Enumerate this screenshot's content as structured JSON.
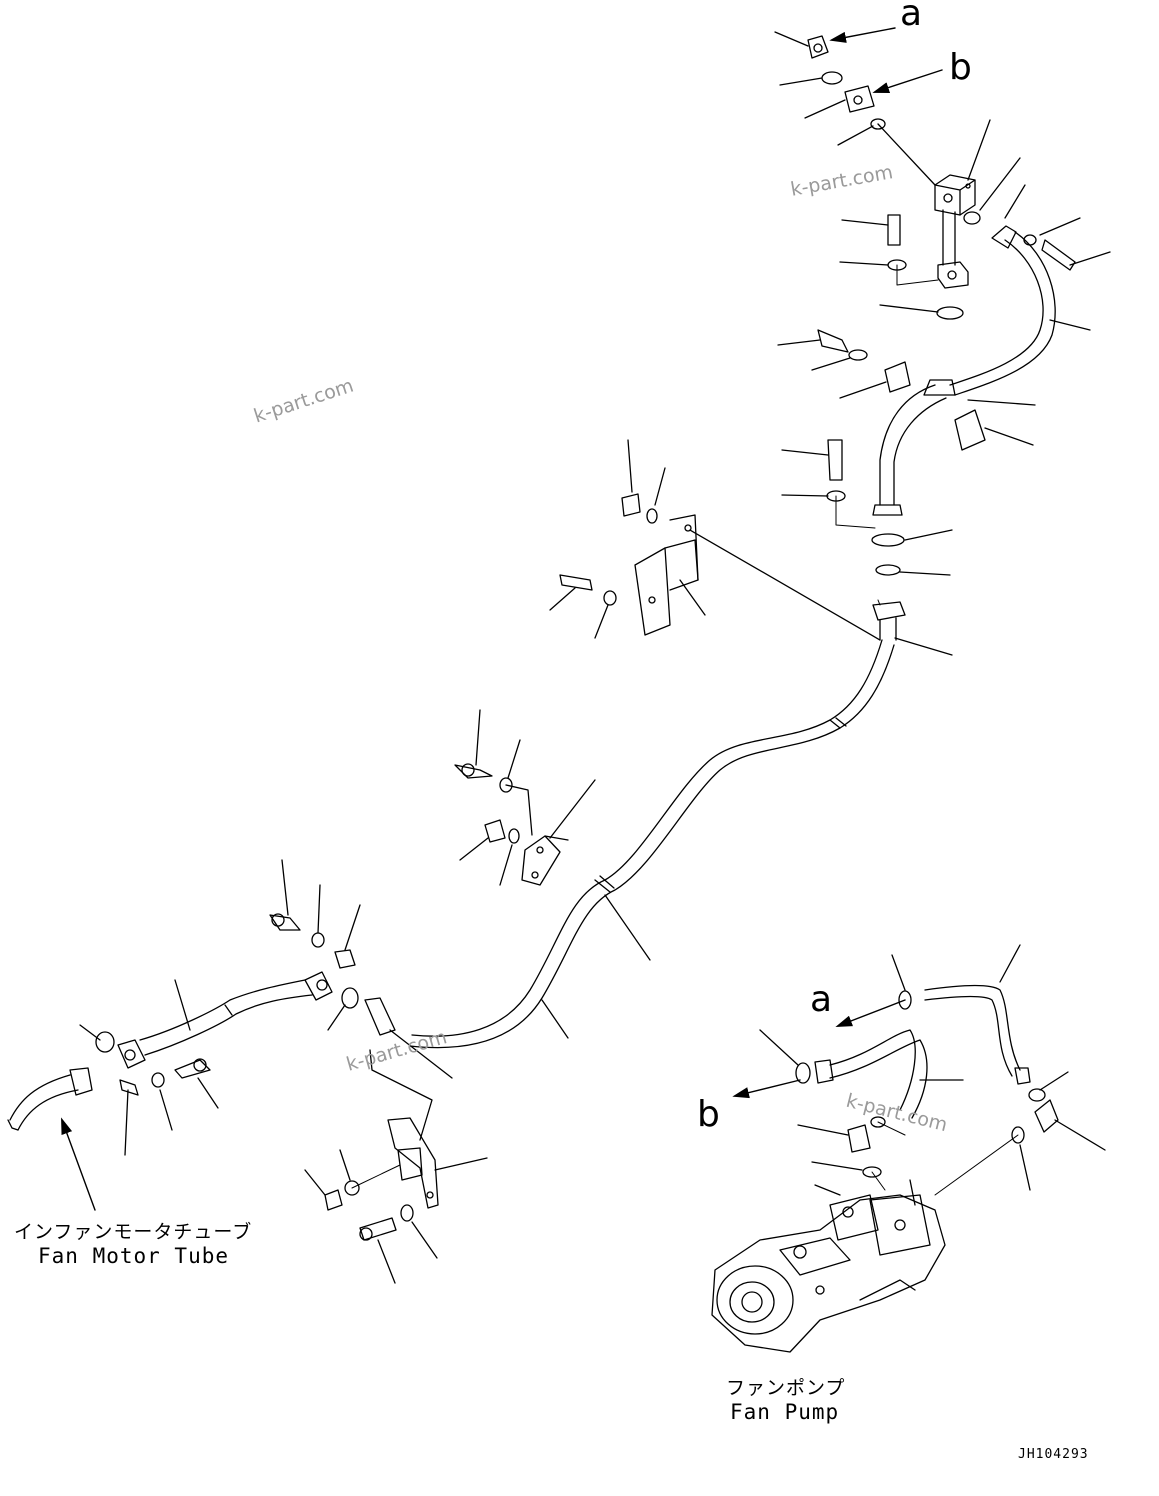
{
  "diagram": {
    "callouts": {
      "a_top": "a",
      "b_top": "b",
      "a_bottom": "a",
      "b_bottom": "b"
    },
    "fan_motor_tube": {
      "label_jp": "インファンモータチューブ",
      "label_en": "Fan Motor Tube"
    },
    "fan_pump": {
      "label_jp": "ファンポンプ",
      "label_en": "Fan Pump"
    },
    "watermarks": [
      "k-part.com",
      "k-part.com",
      "k-part.com",
      "k-part.com"
    ],
    "drawing_code": "JH104293"
  }
}
